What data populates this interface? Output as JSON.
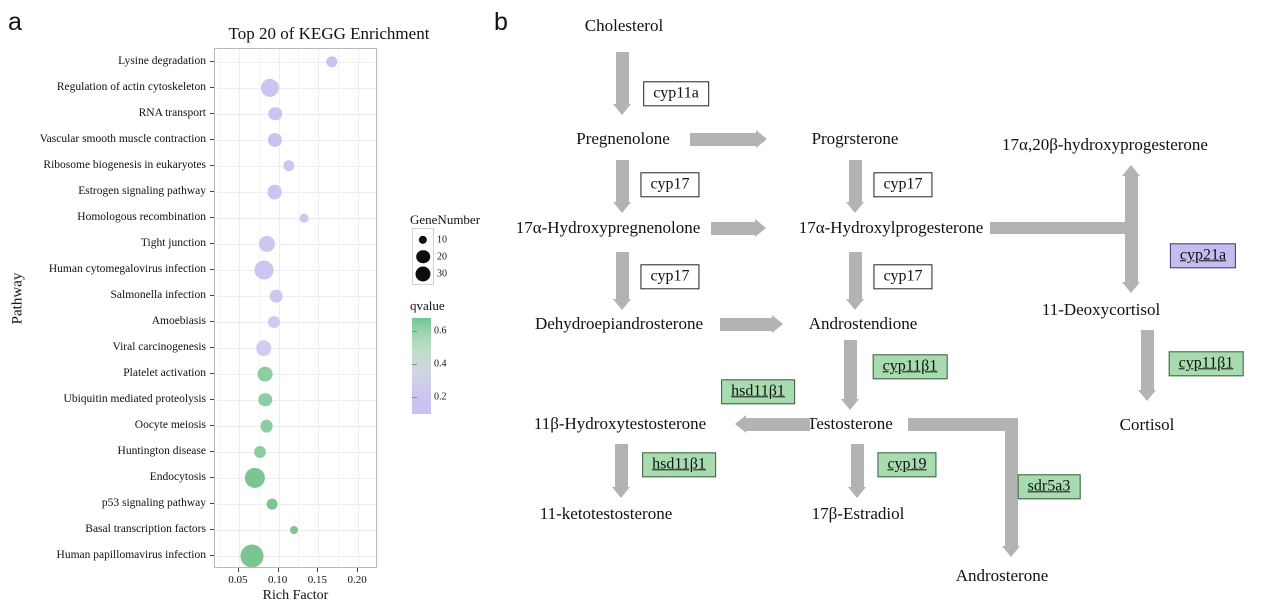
{
  "figure": {
    "panel_a_letter": "a",
    "panel_b_letter": "b"
  },
  "chart_data": {
    "type": "scatter",
    "title": "Top 20 of KEGG Enrichment",
    "xlabel": "Rich Factor",
    "ylabel": "Pathway",
    "xlim": [
      0.02,
      0.225
    ],
    "xticks": [
      "0.05",
      "0.10",
      "0.15",
      "0.20"
    ],
    "xtick_values": [
      0.05,
      0.1,
      0.15,
      0.2
    ],
    "grid": true,
    "legend_position": "right",
    "size_legend": {
      "title": "GeneNumber",
      "values": [
        10,
        20,
        30
      ]
    },
    "color_legend": {
      "title": "qvalue",
      "ticks": [
        "0.6",
        "0.4",
        "0.2"
      ],
      "tick_values": [
        0.6,
        0.4,
        0.2
      ],
      "high_color": "#6fc394",
      "low_color": "#c9c0f2"
    },
    "categories": [
      "Lysine degradation",
      "Regulation of actin cytoskeleton",
      "RNA transport",
      "Vascular smooth muscle contraction",
      "Ribosome biogenesis in eukaryotes",
      "Estrogen signaling pathway",
      "Homologous recombination",
      "Tight junction",
      "Human cytomegalovirus infection",
      "Salmonella infection",
      "Amoebiasis",
      "Viral carcinogenesis",
      "Platelet activation",
      "Ubiquitin mediated proteolysis",
      "Oocyte meiosis",
      "Huntington disease",
      "Endocytosis",
      "p53 signaling pathway",
      "Basal transcription factors",
      "Human papillomavirus infection"
    ],
    "points": [
      {
        "pathway": "Lysine degradation",
        "rich_factor": 0.167,
        "gene_number": 11,
        "qvalue": 0.1,
        "color": "#c9c2f0"
      },
      {
        "pathway": "Regulation of actin cytoskeleton",
        "rich_factor": 0.089,
        "gene_number": 21,
        "qvalue": 0.1,
        "color": "#cbc4f1"
      },
      {
        "pathway": "RNA transport",
        "rich_factor": 0.096,
        "gene_number": 14,
        "qvalue": 0.11,
        "color": "#cbc4f1"
      },
      {
        "pathway": "Vascular smooth muscle contraction",
        "rich_factor": 0.095,
        "gene_number": 15,
        "qvalue": 0.12,
        "color": "#cac3f0"
      },
      {
        "pathway": "Ribosome biogenesis in eukaryotes",
        "rich_factor": 0.113,
        "gene_number": 11,
        "qvalue": 0.13,
        "color": "#ccc6f1"
      },
      {
        "pathway": "Estrogen signaling pathway",
        "rich_factor": 0.095,
        "gene_number": 16,
        "qvalue": 0.14,
        "color": "#cbc5f1"
      },
      {
        "pathway": "Homologous recombination",
        "rich_factor": 0.132,
        "gene_number": 7,
        "qvalue": 0.15,
        "color": "#cdc7f1"
      },
      {
        "pathway": "Tight junction",
        "rich_factor": 0.085,
        "gene_number": 18,
        "qvalue": 0.16,
        "color": "#ccc6f1"
      },
      {
        "pathway": "Human cytomegalovirus infection",
        "rich_factor": 0.082,
        "gene_number": 22,
        "qvalue": 0.17,
        "color": "#cbc5f1"
      },
      {
        "pathway": "Salmonella infection",
        "rich_factor": 0.097,
        "gene_number": 13,
        "qvalue": 0.18,
        "color": "#cdc8f0"
      },
      {
        "pathway": "Amoebiasis",
        "rich_factor": 0.094,
        "gene_number": 12,
        "qvalue": 0.2,
        "color": "#cfcaef"
      },
      {
        "pathway": "Viral carcinogenesis",
        "rich_factor": 0.081,
        "gene_number": 17,
        "qvalue": 0.22,
        "color": "#cfcdee"
      },
      {
        "pathway": "Platelet activation",
        "rich_factor": 0.083,
        "gene_number": 16,
        "qvalue": 0.45,
        "color": "#8ecda1"
      },
      {
        "pathway": "Ubiquitin mediated proteolysis",
        "rich_factor": 0.083,
        "gene_number": 14,
        "qvalue": 0.5,
        "color": "#8ecda1"
      },
      {
        "pathway": "Oocyte meiosis",
        "rich_factor": 0.085,
        "gene_number": 13,
        "qvalue": 0.55,
        "color": "#8ecda1"
      },
      {
        "pathway": "Huntington disease",
        "rich_factor": 0.076,
        "gene_number": 12,
        "qvalue": 0.58,
        "color": "#8ecda1"
      },
      {
        "pathway": "Endocytosis",
        "rich_factor": 0.07,
        "gene_number": 24,
        "qvalue": 0.6,
        "color": "#79c690"
      },
      {
        "pathway": "p53 signaling pathway",
        "rich_factor": 0.092,
        "gene_number": 10,
        "qvalue": 0.62,
        "color": "#79c690"
      },
      {
        "pathway": "Basal transcription factors",
        "rich_factor": 0.119,
        "gene_number": 6,
        "qvalue": 0.64,
        "color": "#79c690"
      },
      {
        "pathway": "Human papillomavirus infection",
        "rich_factor": 0.067,
        "gene_number": 28,
        "qvalue": 0.65,
        "color": "#79c690"
      }
    ]
  },
  "pathway": {
    "metabolites": {
      "cholesterol": "Cholesterol",
      "pregnenolone": "Pregnenolone",
      "progesterone": "Progrsterone",
      "hydroxypregnenolone": "17α-Hydroxypregnenolone",
      "hydroxyprogesterone": "17α-Hydroxylprogesterone",
      "dihydroxyprogesterone": "17α,20β-hydroxyprogesterone",
      "dhea": "Dehydroepiandrosterone",
      "androstendione": "Androstendione",
      "deoxycortisol": "11-Deoxycortisol",
      "cortisol": "Cortisol",
      "hydroxytestosterone": "11β-Hydroxytestosterone",
      "testosterone": "Testosterone",
      "ketotestosterone": "11-ketotestosterone",
      "estradiol": "17β-Estradiol",
      "androsterone": "Androsterone"
    },
    "enzymes": {
      "cyp11a": "cyp11a",
      "cyp17_a": "cyp17",
      "cyp17_b": "cyp17",
      "cyp17_c": "cyp17",
      "cyp17_d": "cyp17",
      "cyp21a": "cyp21a",
      "cyp11b1_right": "cyp11β1",
      "cyp11b1_mid": "cyp11β1",
      "hsd11b1_top": "hsd11β1",
      "hsd11b1_bottom": "hsd11β1",
      "cyp19": "cyp19",
      "sdr5a3": "sdr5a3"
    },
    "colors": {
      "green_fill": "#a8dbb0",
      "purple_fill": "#c3bdf0",
      "arrow_grey": "#b3b3b3"
    }
  }
}
